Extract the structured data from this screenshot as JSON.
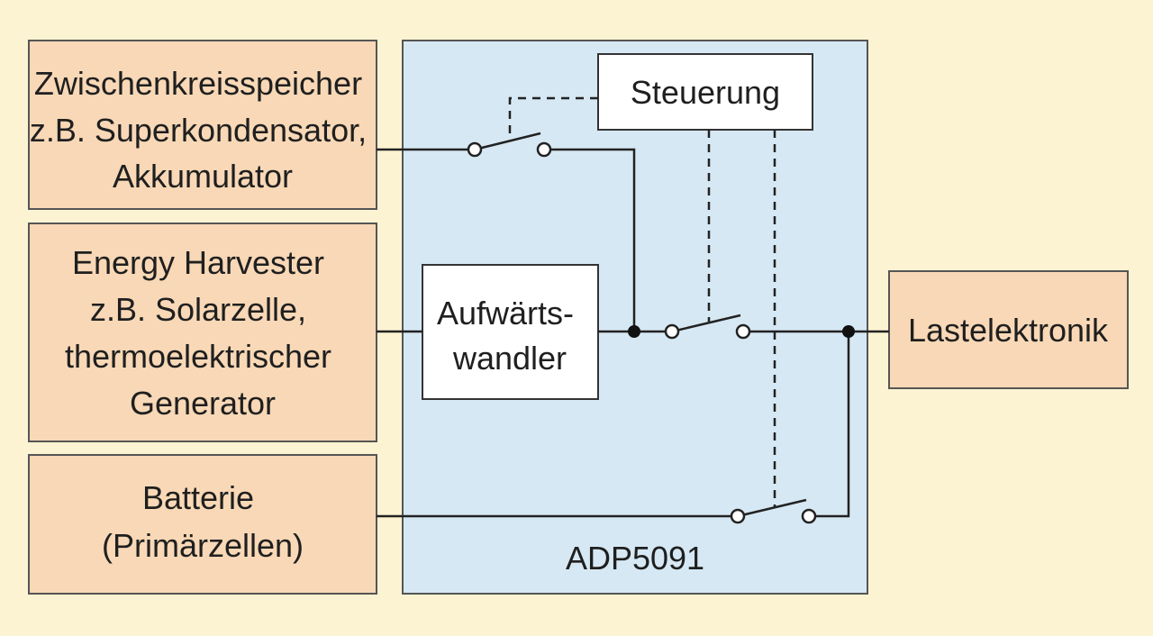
{
  "colors": {
    "background": "#fcf3d2",
    "source_box": "#f8d8b6",
    "chip_fill": "#d6e8f3",
    "inner_box": "#ffffff",
    "line": "#222222"
  },
  "storage": {
    "lines": [
      "Zwischenkreisspeicher",
      "z.B. Superkondensator,",
      "Akkumulator"
    ]
  },
  "harvester": {
    "lines": [
      "Energy Harvester",
      "z.B. Solarzelle,",
      "thermoelektrischer",
      "Generator"
    ]
  },
  "battery": {
    "lines": [
      "Batterie",
      "(Primärzellen)"
    ]
  },
  "chip": {
    "label": "ADP5091"
  },
  "control": {
    "label": "Steuerung"
  },
  "boost": {
    "lines": [
      "Aufwärts-",
      "wandler"
    ]
  },
  "load": {
    "label": "Lastelektronik"
  }
}
